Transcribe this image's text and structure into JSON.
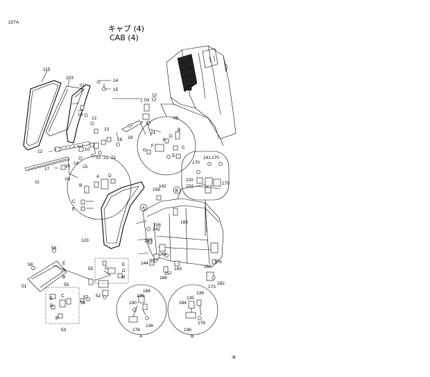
{
  "sheet": {
    "code": "227A",
    "title_ja": "キャブ (4)",
    "title_en": "CAB (4)"
  },
  "page_marker": "⑨",
  "callouts": {
    "c115": "115",
    "c103": "103",
    "c01a": "01",
    "c14a": "14",
    "c15a": "15",
    "c16a": "16",
    "c12a": "12",
    "c13a": "13",
    "c03": "03",
    "c12b": "12",
    "c18a": "18",
    "c21a": "21",
    "c05": "05",
    "c18b": "18",
    "c21b": "21",
    "c12c": "12",
    "c10a": "10",
    "c14b": "14",
    "c15b": "15",
    "c02": "02",
    "c21c": "21",
    "c17": "17",
    "c10b": "10",
    "c11": "11",
    "c04": "04",
    "c123": "123",
    "c142a": "142",
    "c158a": "158",
    "c183": "183",
    "c158b": "158",
    "c142b": "142",
    "c150": "150",
    "c166a": "166",
    "c144": "144",
    "c157a": "157",
    "c157b": "157",
    "c143": "143",
    "c166b": "166",
    "c170a": "170",
    "c141": "141",
    "c170b": "170",
    "c132": "132",
    "c102": "102",
    "c179": "179",
    "c176a": "176",
    "c182a": "182",
    "c182b": "182",
    "c173": "173",
    "c56a": "56",
    "c58": "58",
    "c51": "51",
    "c55a": "55",
    "c55b": "55",
    "c52": "52",
    "c57": "57",
    "c56b": "56",
    "c53": "53",
    "c135a": "135",
    "c184a": "184",
    "c140": "140",
    "c176b": "176",
    "c136a": "136",
    "c139": "139",
    "c184b": "184",
    "c135b": "135",
    "c176c": "176",
    "c136b": "136"
  },
  "letters": {
    "A_top": "A",
    "B_top": "B",
    "d04_B": "B",
    "d04_A": "A",
    "d04_D": "D",
    "d04_C": "C",
    "d04_E": "E",
    "d05_B": "B",
    "d05_D": "D",
    "d05_F": "F",
    "d05_A": "A",
    "d05_G": "G",
    "d05_C": "C",
    "d05_E": "E",
    "d55_E": "E",
    "d55_D": "D",
    "d55_C": "C",
    "d55_B": "B",
    "d53_E": "E",
    "d53_D": "D",
    "d53_C": "C",
    "d53_B": "B",
    "dR_E": "E",
    "dR_D": "D",
    "dR_B": "B",
    "det_A": "A",
    "det_B": "B"
  }
}
